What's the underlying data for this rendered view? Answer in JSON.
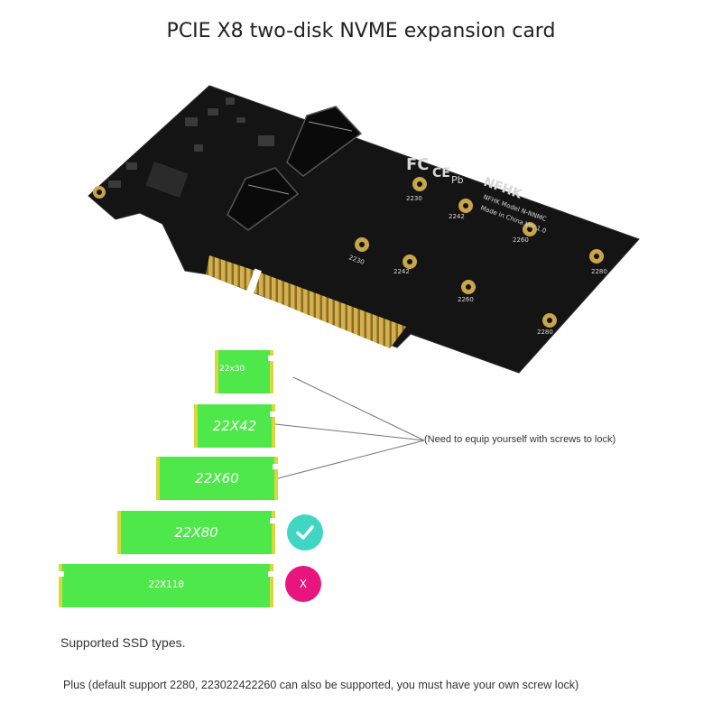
{
  "title": "PCIE X8 two-disk NVME expansion card",
  "card": {
    "brand": "NFHK",
    "model_line": "NFHK Model N-NNMC",
    "made_in": "Made in China Ver 1.0",
    "cert_marks": [
      "FC",
      "CE",
      "Pb"
    ],
    "slot_a_markings": [
      "2230",
      "2242",
      "2260",
      "2280"
    ],
    "slot_b_markings": [
      "2230",
      "2242",
      "2260",
      "2280"
    ],
    "colors": {
      "pcb": "#141414",
      "gold": "#c9a54a"
    }
  },
  "ssd_types": [
    {
      "label": "22x30"
    },
    {
      "label": "22X42"
    },
    {
      "label": "22X60"
    },
    {
      "label": "22X80",
      "status_icon": "check-icon"
    },
    {
      "label": "22X110",
      "status_icon": "x-icon",
      "status_text": "X"
    }
  ],
  "screw_note": "(Need to equip yourself with screws to lock)",
  "caption": "Supported SSD types.",
  "footnote": "Plus (default support 2280, 223022422260 can also be supported, you must have your own screw lock)",
  "colors": {
    "ssd_green": "#4fe84a",
    "check_badge": "#3fd6c4",
    "x_badge": "#e8157f"
  }
}
